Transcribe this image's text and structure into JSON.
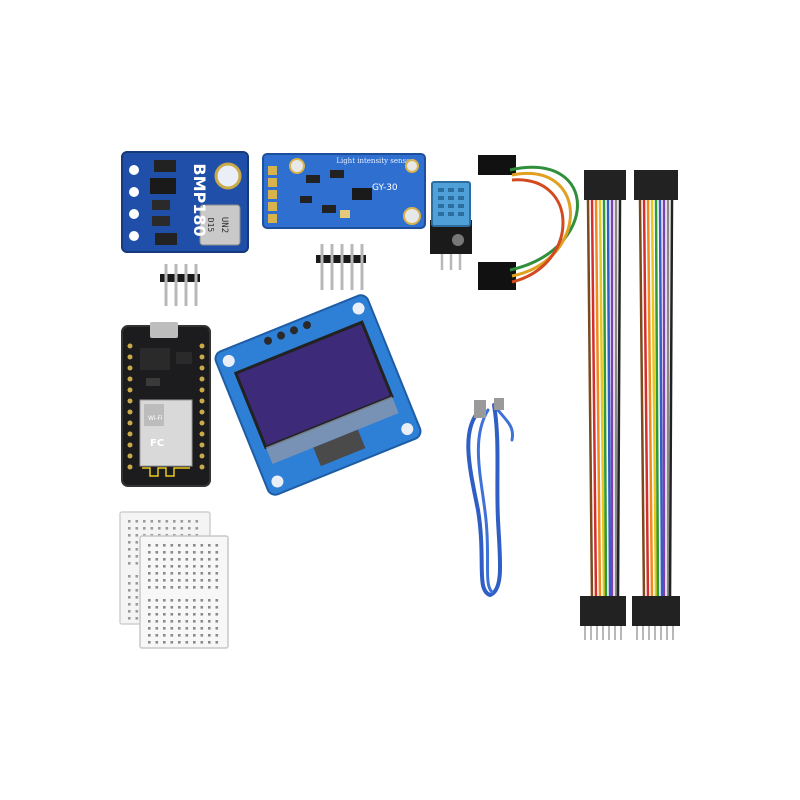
{
  "colors": {
    "pcb_blue": "#1f4fa8",
    "pcb_blue_light": "#2f6fd0",
    "oled_screen": "#3d2a78",
    "oled_pcb": "#2e7fd6",
    "nodemcu_black": "#1c1c1e",
    "gold_pad": "#d8b24a",
    "usb_cable": "#2f5fc4",
    "breadboard": "#f4f4f4"
  },
  "labels": {
    "bmp180_name": "BMP180",
    "bmp180_chip": "UN2",
    "bmp180_chip2": "D15",
    "gy30_title": "Light intensity sensor",
    "gy30_name": "GY-30",
    "esp_label": "Wi-Fi",
    "esp_fcc": "FC"
  }
}
